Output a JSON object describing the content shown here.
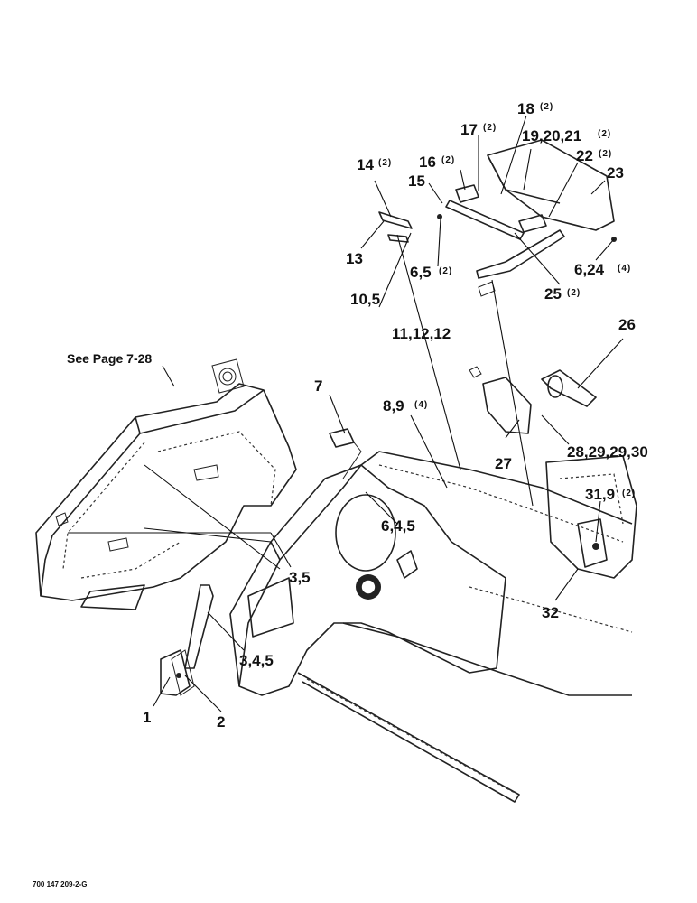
{
  "diagram": {
    "reference_note": "See Page 7-28",
    "drawing_number": "700 147 209-2-G",
    "callouts": [
      {
        "id": "c1",
        "label": "1"
      },
      {
        "id": "c2",
        "label": "2"
      },
      {
        "id": "c3",
        "label": "3,4,5"
      },
      {
        "id": "c4",
        "label": "3,5"
      },
      {
        "id": "c5",
        "label": "6,4,5"
      },
      {
        "id": "c6",
        "label": "7"
      },
      {
        "id": "c7",
        "label": "8,9",
        "qty": "(4)"
      },
      {
        "id": "c8",
        "label": "10,5"
      },
      {
        "id": "c9",
        "label": "11,12,12"
      },
      {
        "id": "c10",
        "label": "13"
      },
      {
        "id": "c11",
        "label": "14",
        "qty": "(2)"
      },
      {
        "id": "c12",
        "label": "15"
      },
      {
        "id": "c13",
        "label": "16",
        "qty": "(2)"
      },
      {
        "id": "c14",
        "label": "17",
        "qty": "(2)"
      },
      {
        "id": "c15",
        "label": "18",
        "qty": "(2)"
      },
      {
        "id": "c16",
        "label": "19,20,21",
        "qty": "(2)"
      },
      {
        "id": "c17",
        "label": "22",
        "qty": "(2)"
      },
      {
        "id": "c18",
        "label": "23"
      },
      {
        "id": "c19",
        "label": "6,5",
        "qty": "(2)"
      },
      {
        "id": "c20",
        "label": "6,24",
        "qty": "(4)"
      },
      {
        "id": "c21",
        "label": "25",
        "qty": "(2)"
      },
      {
        "id": "c22",
        "label": "26"
      },
      {
        "id": "c23",
        "label": "27"
      },
      {
        "id": "c24",
        "label": "28,29,29,30"
      },
      {
        "id": "c25",
        "label": "31,9",
        "qty": "(2)"
      },
      {
        "id": "c26",
        "label": "32"
      }
    ]
  }
}
